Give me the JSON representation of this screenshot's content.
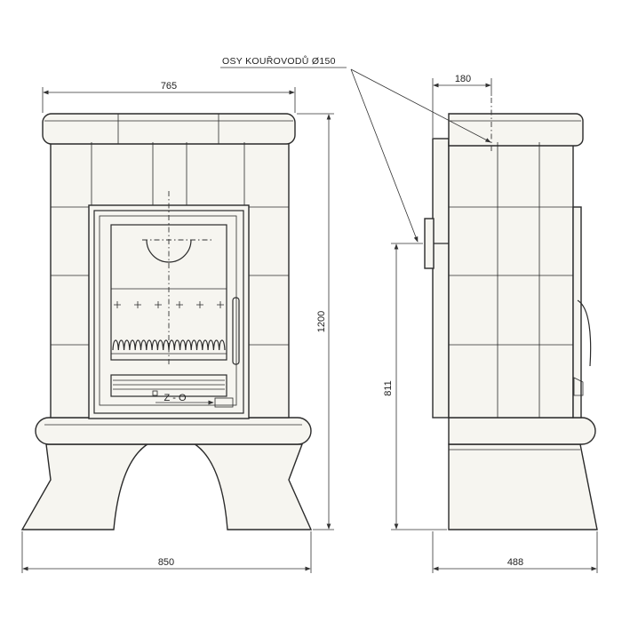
{
  "annotation": {
    "flue_axes": "OSY KOUŘOVODŮ Ø150"
  },
  "dimensions": {
    "top_width": "765",
    "total_height": "1200",
    "base_width": "850",
    "side_flue_width": "180",
    "flue_height": "811",
    "side_depth": "488"
  },
  "door": {
    "air_control_label": "Z - O"
  }
}
